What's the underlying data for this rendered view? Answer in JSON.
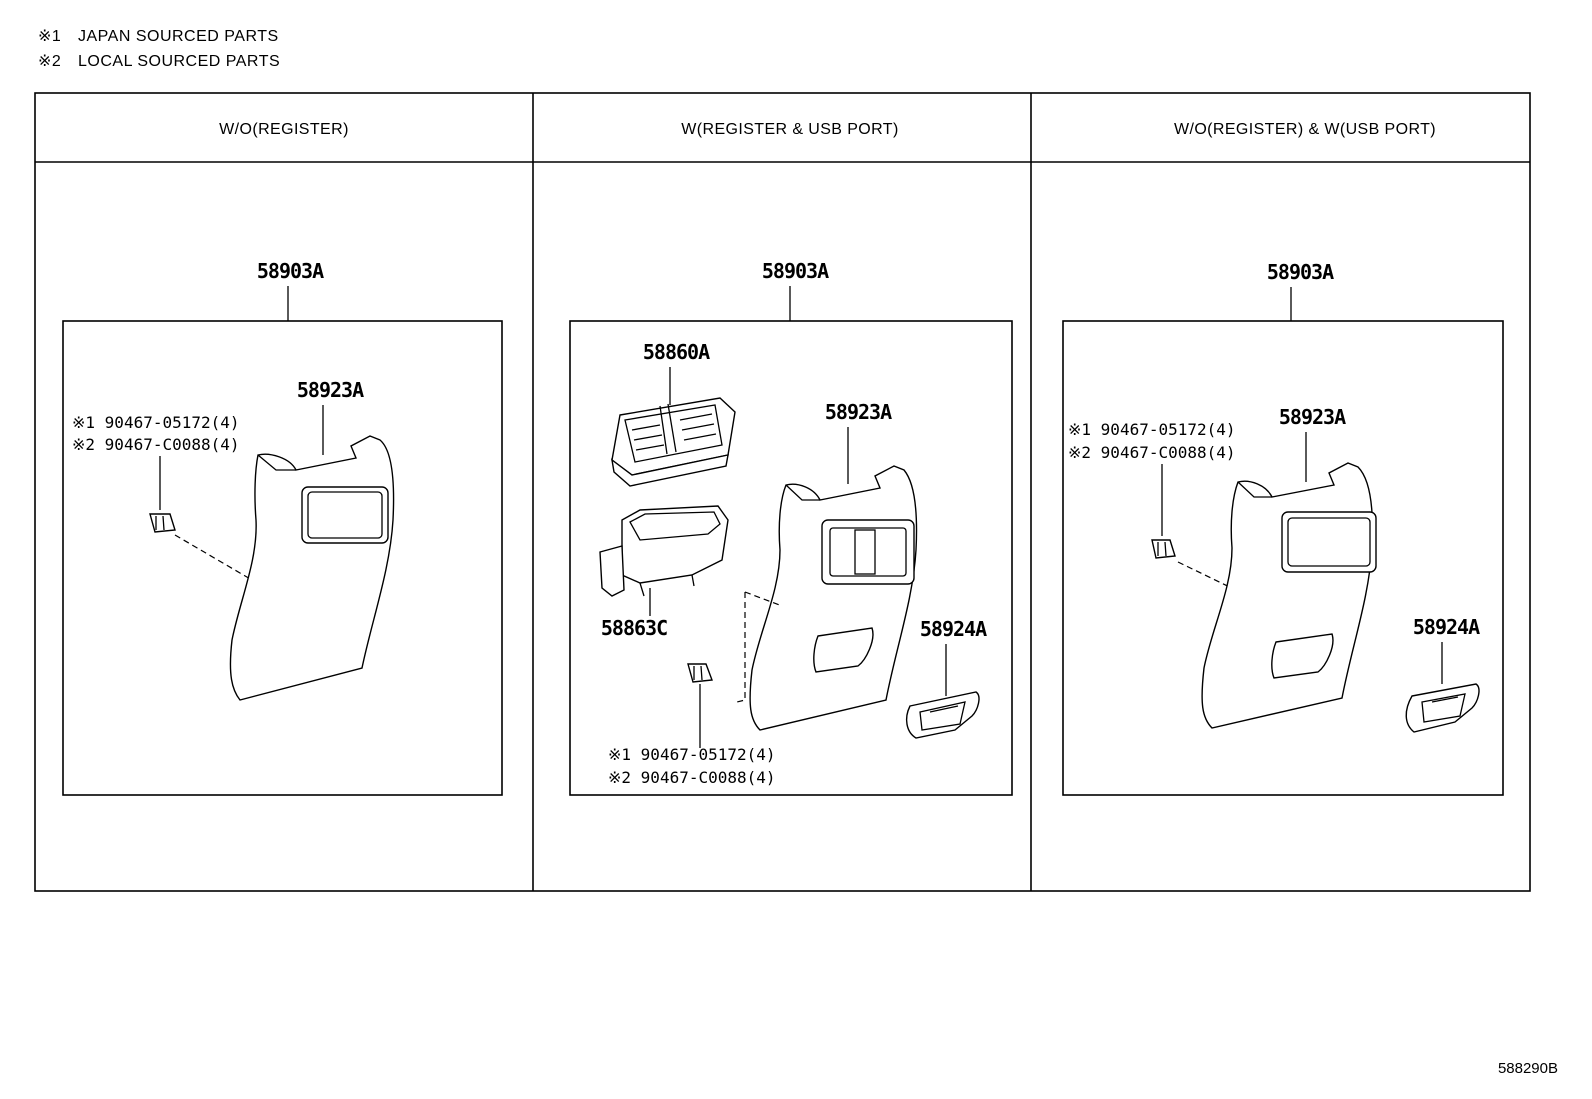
{
  "legend": [
    {
      "mark": "※1",
      "text": "JAPAN SOURCED PARTS"
    },
    {
      "mark": "※2",
      "text": "LOCAL SOURCED PARTS"
    }
  ],
  "columns": [
    {
      "header": "W/O(REGISTER)",
      "assembly": "58903A",
      "parts": {
        "panel": "58923A",
        "clip_note_1": "※1 90467-05172(4)",
        "clip_note_2": "※2 90467-C0088(4)"
      }
    },
    {
      "header": "W(REGISTER & USB PORT)",
      "assembly": "58903A",
      "parts": {
        "register": "58860A",
        "box": "58863C",
        "panel": "58923A",
        "usb": "58924A",
        "clip_note_1": "※1 90467-05172(4)",
        "clip_note_2": "※2 90467-C0088(4)"
      }
    },
    {
      "header": "W/O(REGISTER) & W(USB PORT)",
      "assembly": "58903A",
      "parts": {
        "panel": "58923A",
        "usb": "58924A",
        "clip_note_1": "※1 90467-05172(4)",
        "clip_note_2": "※2 90467-C0088(4)"
      }
    }
  ],
  "diagram_code": "588290B"
}
